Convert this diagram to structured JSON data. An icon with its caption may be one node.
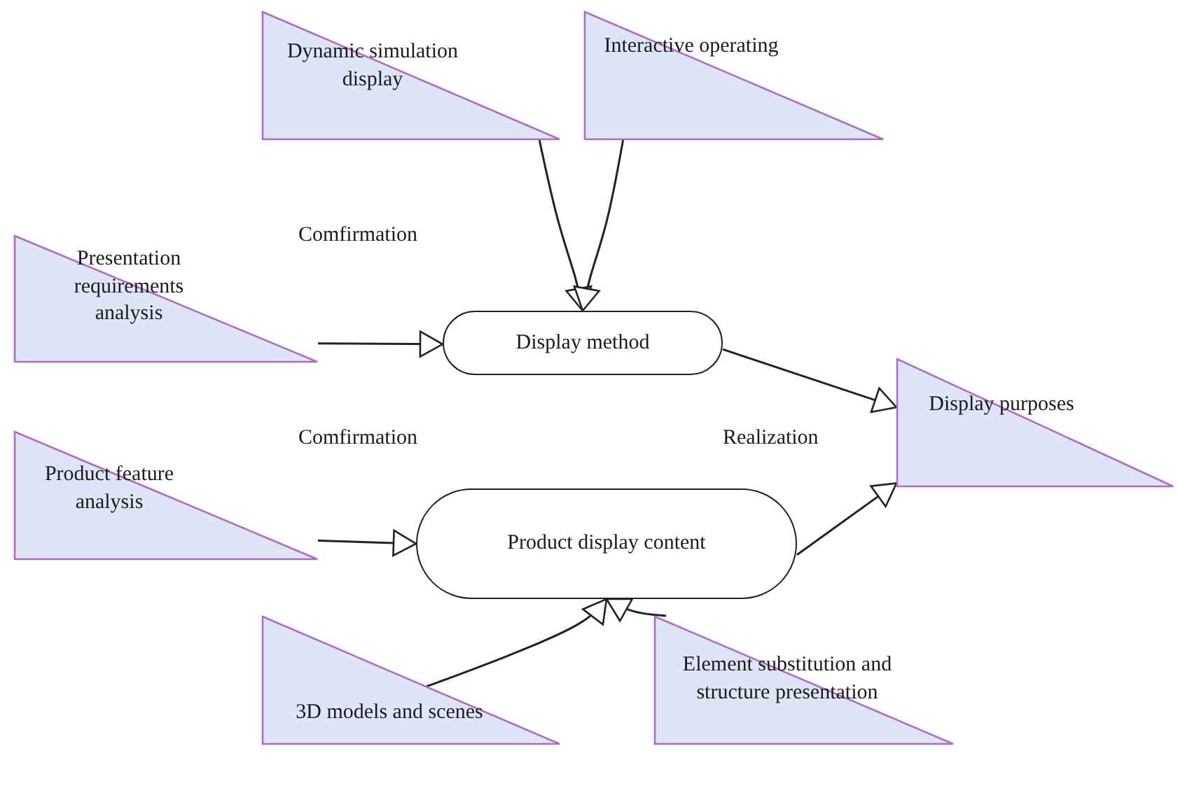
{
  "diagram": {
    "nodes": [
      {
        "text": [
          "Dynamic simulation display"
        ]
      },
      {
        "text": [
          "Interactive operating"
        ]
      },
      {
        "text": [
          "Presentation requirements analysis"
        ]
      },
      {
        "text": [
          "Display method"
        ]
      },
      {
        "text": [
          "Product feature analysis"
        ]
      },
      {
        "text": [
          "Display purposes"
        ]
      },
      {
        "text": [
          "Product display content"
        ]
      },
      {
        "text": [
          "3D models and scenes"
        ]
      },
      {
        "text": [
          "Element substitution and structure presentation"
        ]
      }
    ],
    "edges": [
      {
        "from": 0,
        "to": 3,
        "arrow": "to"
      },
      {
        "from": 1,
        "to": 3,
        "arrow": "to"
      },
      {
        "from": 2,
        "to": 3,
        "arrow": "to"
      },
      {
        "from": 4,
        "to": 6,
        "arrow": "to"
      },
      {
        "from": 3,
        "to": 5,
        "arrow": "to"
      },
      {
        "from": 6,
        "to": 5,
        "arrow": "to"
      },
      {
        "from": 7,
        "to": 6,
        "arrow": "to"
      },
      {
        "from": 8,
        "to": 6,
        "arrow": "to"
      }
    ],
    "labels": [
      "Comfirmation",
      "Comfirmation",
      "Realization"
    ]
  }
}
